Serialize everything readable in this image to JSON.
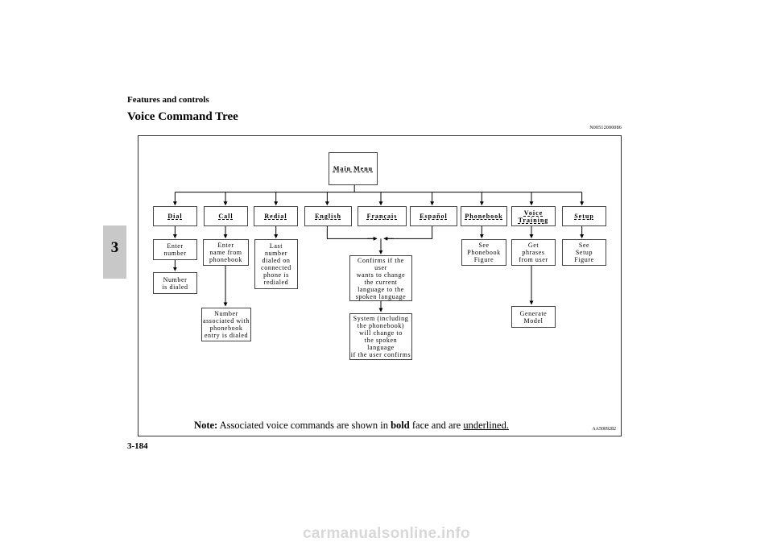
{
  "header": {
    "section": "Features and controls",
    "title": "Voice Command Tree",
    "doc_code": "N00512000086"
  },
  "chapter": {
    "number": "3"
  },
  "footer": {
    "page_number": "3-184",
    "watermark": "carmanualsonline.info"
  },
  "diagram": {
    "root": "Main Menu",
    "commands": {
      "dial": "Dial",
      "call": "Call",
      "redial": "Redial",
      "english": "English",
      "francais": "Français",
      "espanol": "Español",
      "phonebook": "Phonebook",
      "voice_training": "Voice\nTraining",
      "setup": "Setup"
    },
    "results": {
      "enter_number": "Enter\nnumber",
      "number_dialed": "Number\nis dialed",
      "enter_name": "Enter\nname from\nphonebook",
      "number_associated": "Number\nassociated with\nphonebook\nentry is dialed",
      "last_number": "Last\nnumber\ndialed on\nconnected\nphone is\nredialed",
      "confirm_language": "Confirms if the user\nwants to change\nthe current\nlanguage to the\nspoken language",
      "system_change": "System (including\nthe phonebook)\nwill change to\nthe spoken language\nif the user confirms",
      "see_phonebook": "See\nPhonebook\nFigure",
      "get_phrases": "Get\nphrases\nfrom user",
      "generate_model": "Generate\nModel",
      "see_setup": "See\nSetup\nFigure"
    },
    "note": {
      "label": "Note:",
      "text_before": "Associated voice commands are shown in",
      "bold_word": "bold",
      "text_middle": "face and are",
      "underlined_word": "underlined."
    },
    "figure_code": "AA5009282"
  }
}
